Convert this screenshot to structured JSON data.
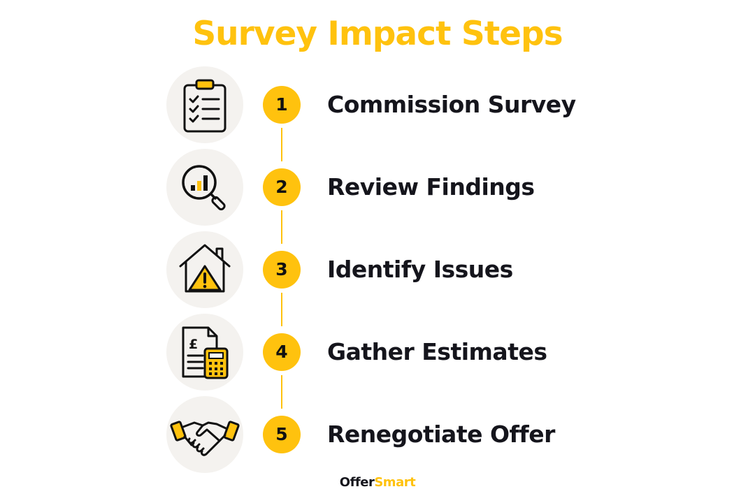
{
  "title": "Survey Impact Steps",
  "colors": {
    "accent": "#FFC20E",
    "title": "#FFC20E",
    "text": "#15151C",
    "icon_circle_bg": "#F4F2EF",
    "icon_stroke": "#111111"
  },
  "steps": [
    {
      "number": "1",
      "label": "Commission Survey",
      "icon": "clipboard-checklist-icon"
    },
    {
      "number": "2",
      "label": "Review Findings",
      "icon": "magnifier-bar-chart-icon"
    },
    {
      "number": "3",
      "label": "Identify Issues",
      "icon": "house-warning-icon"
    },
    {
      "number": "4",
      "label": "Gather Estimates",
      "icon": "invoice-calculator-icon"
    },
    {
      "number": "5",
      "label": "Renegotiate Offer",
      "icon": "handshake-icon"
    }
  ],
  "brand": {
    "part1": "Offer",
    "part2": "Smart"
  }
}
